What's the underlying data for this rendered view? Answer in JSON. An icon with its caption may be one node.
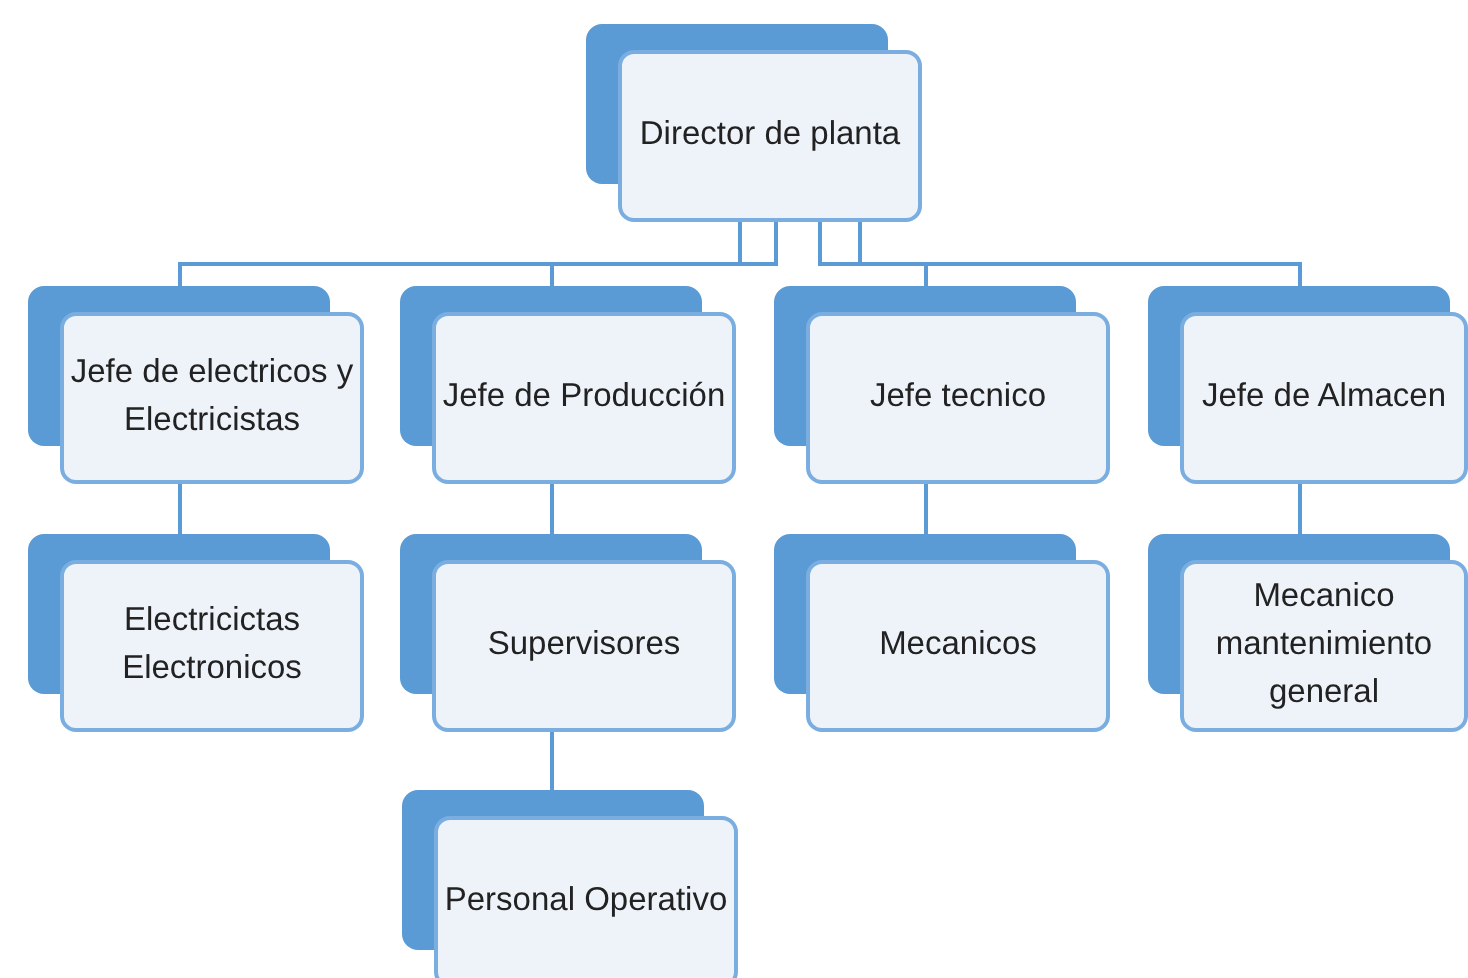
{
  "diagram": {
    "nodes": [
      {
        "text": [
          "Director de planta"
        ]
      },
      {
        "text": [
          "Jefe de electricos y Electricistas"
        ]
      },
      {
        "text": [
          "Jefe de Producción"
        ]
      },
      {
        "text": [
          "Jefe tecnico"
        ]
      },
      {
        "text": [
          "Jefe de Almacen"
        ]
      },
      {
        "text": [
          "Electricictas Electronicos"
        ]
      },
      {
        "text": [
          "Supervisores"
        ]
      },
      {
        "text": [
          "Mecanicos"
        ]
      },
      {
        "text": [
          "Mecanico mantenimiento general"
        ]
      },
      {
        "text": [
          "Personal Operativo"
        ]
      }
    ],
    "edges": [
      {
        "from": 0,
        "to": 1,
        "arrow": "none"
      },
      {
        "from": 0,
        "to": 2,
        "arrow": "none"
      },
      {
        "from": 0,
        "to": 3,
        "arrow": "none"
      },
      {
        "from": 0,
        "to": 4,
        "arrow": "none"
      },
      {
        "from": 1,
        "to": 5,
        "arrow": "none"
      },
      {
        "from": 2,
        "to": 6,
        "arrow": "none"
      },
      {
        "from": 3,
        "to": 7,
        "arrow": "none"
      },
      {
        "from": 4,
        "to": 8,
        "arrow": "none"
      },
      {
        "from": 6,
        "to": 9,
        "arrow": "none"
      }
    ]
  }
}
